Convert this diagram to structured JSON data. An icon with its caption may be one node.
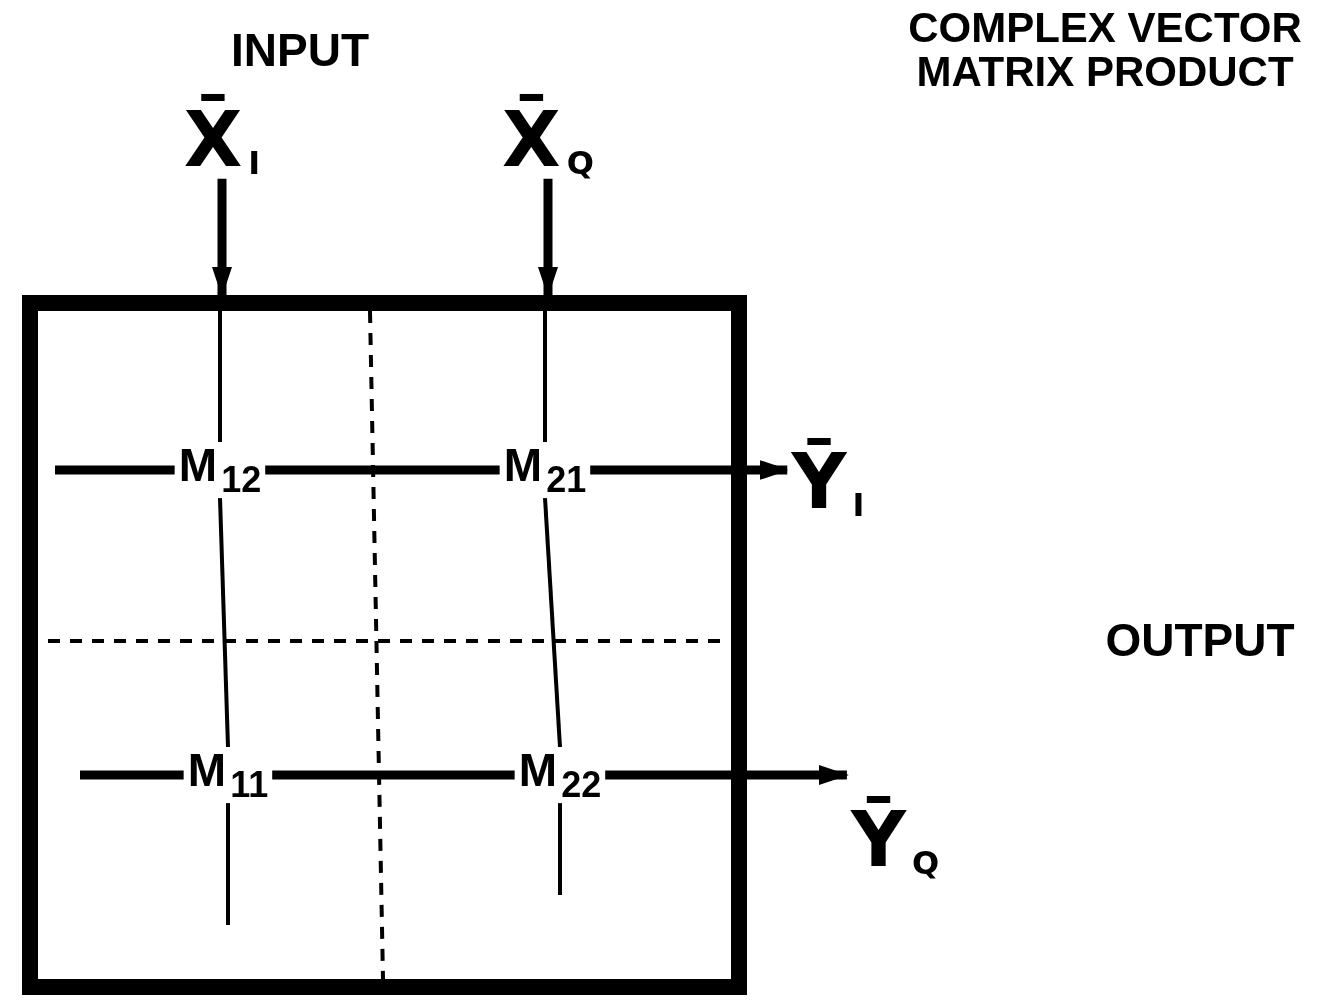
{
  "diagram": {
    "title": "COMPLEX VECTOR MATRIX PRODUCT",
    "nodes": [
      {
        "text": [
          "X̄$_{I}$"
        ]
      },
      {
        "text": [
          "X̄$_{Q}$"
        ]
      },
      {
        "text": [],
        "shape": "box"
      },
      {
        "text": [
          "M$_{12}$"
        ],
        "in": 2
      },
      {
        "text": [
          "M$_{21}$"
        ],
        "in": 2
      },
      {
        "text": [
          "Ȳ$_{I}$"
        ]
      },
      {
        "text": [
          "M$_{11}$"
        ],
        "in": 2
      },
      {
        "text": [
          "M$_{22}$"
        ],
        "in": 2
      },
      {
        "text": [
          "Ȳ$_{Q}$"
        ]
      }
    ],
    "edges": [
      {
        "from": 0,
        "to": 2,
        "arrow": "to"
      },
      {
        "from": 1,
        "to": 2,
        "arrow": "to"
      },
      {
        "from": null,
        "to": 3,
        "arrow": "none"
      },
      {
        "from": null,
        "to": 4,
        "arrow": "none"
      },
      {
        "from": null,
        "to": 3,
        "arrow": "none"
      },
      {
        "from": 3,
        "to": 4,
        "arrow": "none"
      },
      {
        "from": 4,
        "to": 5,
        "arrow": "to"
      },
      {
        "from": 3,
        "to": 6,
        "arrow": "none"
      },
      {
        "from": 4,
        "to": 7,
        "arrow": "none"
      },
      {
        "from": null,
        "to": 6,
        "arrow": "none"
      },
      {
        "from": 6,
        "to": 7,
        "arrow": "none"
      },
      {
        "from": 7,
        "to": 8,
        "arrow": "to"
      },
      {
        "from": 6,
        "to": null,
        "arrow": "none"
      },
      {
        "from": 7,
        "to": null,
        "arrow": "none"
      }
    ],
    "labels": [
      "INPUT",
      "OUTPUT"
    ]
  }
}
